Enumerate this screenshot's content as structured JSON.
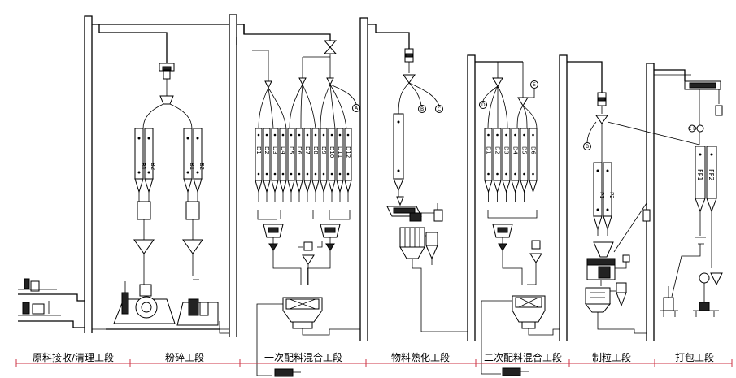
{
  "sections": [
    {
      "label": "原料接收/清理工段"
    },
    {
      "label": "粉碎工段"
    },
    {
      "label": "一次配料混合工段"
    },
    {
      "label": "物料熟化工段"
    },
    {
      "label": "二次配料混合工段"
    },
    {
      "label": "制粒工段"
    },
    {
      "label": "打包工段"
    }
  ],
  "crusher_bins": [
    "B1",
    "B2",
    "B1",
    "B2"
  ],
  "primary_bins": [
    "D1",
    "D2",
    "D3",
    "D4",
    "D5",
    "D6",
    "D7",
    "D8",
    "D9",
    "D10",
    "D11",
    "D12"
  ],
  "secondary_bins": [
    "D1",
    "D2",
    "D3",
    "D4",
    "D5",
    "D6"
  ],
  "pellet_bins": [
    "P1",
    "P2"
  ],
  "finished_bins": [
    "FP1",
    "FP2"
  ],
  "circle_tags": {
    "primary": "A",
    "curing_1": "B",
    "curing_2": "C",
    "secondary_left": "D",
    "secondary_right": "E",
    "pellet": "B",
    "packing": "C D"
  }
}
